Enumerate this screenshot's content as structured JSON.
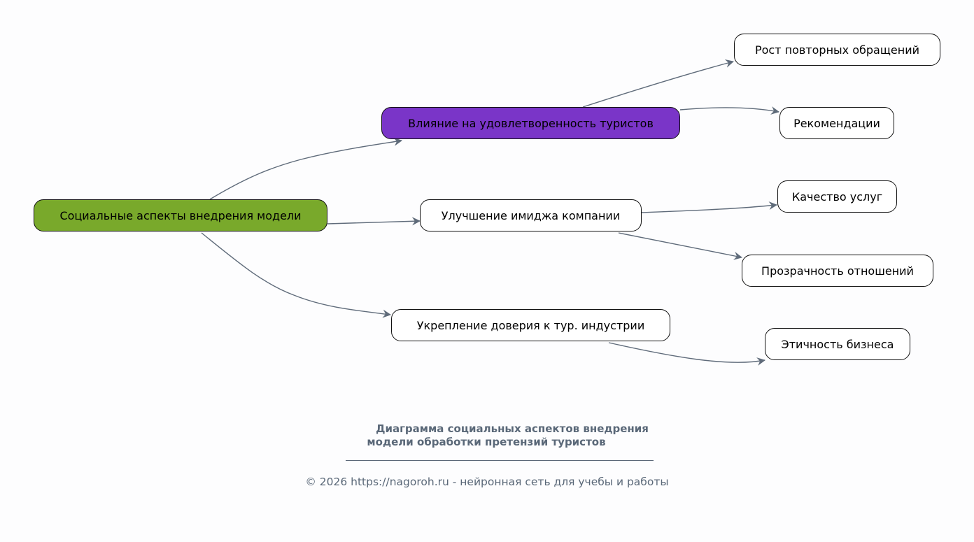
{
  "root": {
    "label": "Социальные аспекты внедрения модели",
    "color": "#79a92b"
  },
  "branches": [
    {
      "label": "Влияние на удовлетворенность туристов",
      "color": "#7a35c8",
      "children": [
        "Рост повторных обращений",
        "Рекомендации"
      ]
    },
    {
      "label": "Улучшение имиджа компании",
      "color": "#ffffff",
      "children": [
        "Качество услуг",
        "Прозрачность отношений"
      ]
    },
    {
      "label": "Укрепление доверия к тур. индустрии",
      "color": "#ffffff",
      "children": [
        "Этичность бизнеса"
      ]
    }
  ],
  "caption": {
    "line1": "Диаграмма социальных аспектов внедрения",
    "line2": "модели обработки претензий туристов"
  },
  "footer": "© 2026 https://nagoroh.ru - нейронная сеть для учебы и работы",
  "edge_color": "#5f6b7a"
}
